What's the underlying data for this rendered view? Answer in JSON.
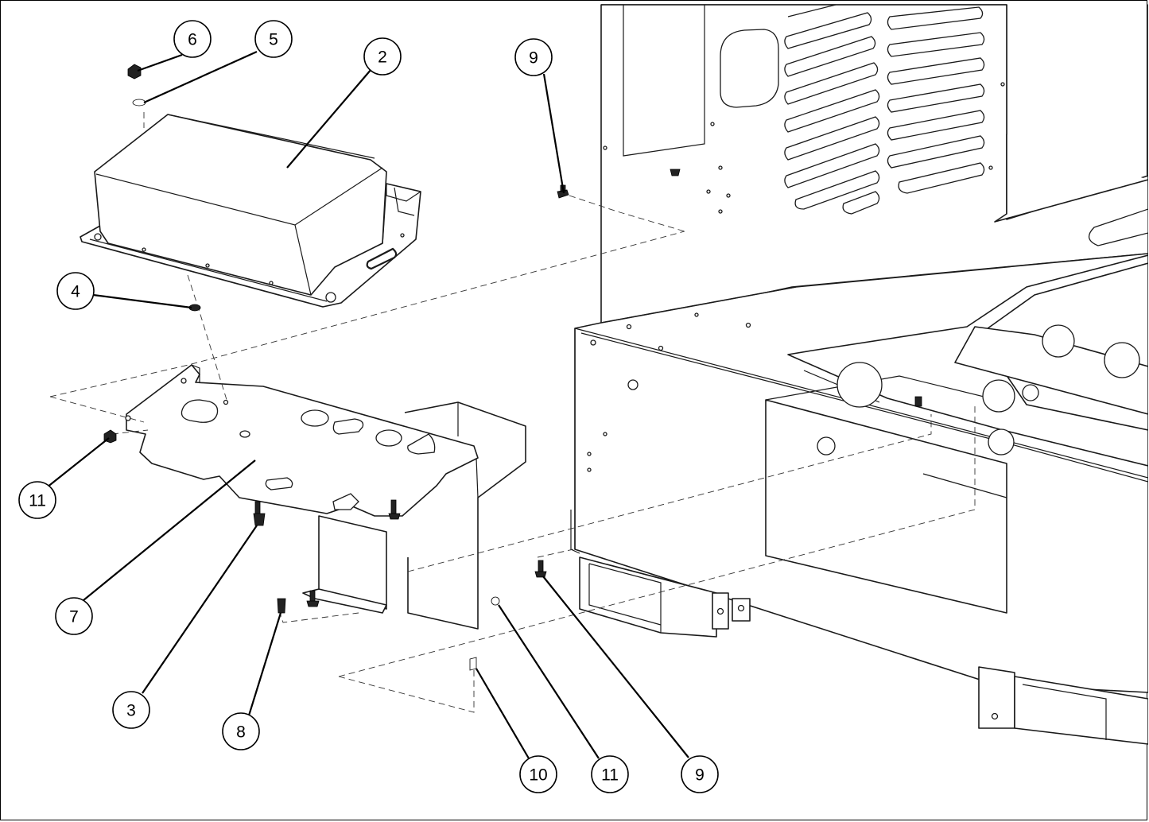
{
  "diagram": {
    "colors": {
      "line": "#1a1a1a",
      "background": "#ffffff"
    },
    "callouts": [
      {
        "id": "c6",
        "label": "6"
      },
      {
        "id": "c5",
        "label": "5"
      },
      {
        "id": "c2",
        "label": "2"
      },
      {
        "id": "c9a",
        "label": "9"
      },
      {
        "id": "c4",
        "label": "4"
      },
      {
        "id": "c11a",
        "label": "11"
      },
      {
        "id": "c7",
        "label": "7"
      },
      {
        "id": "c3",
        "label": "3"
      },
      {
        "id": "c8",
        "label": "8"
      },
      {
        "id": "c10",
        "label": "10"
      },
      {
        "id": "c11b",
        "label": "11"
      },
      {
        "id": "c9b",
        "label": "9"
      }
    ]
  }
}
